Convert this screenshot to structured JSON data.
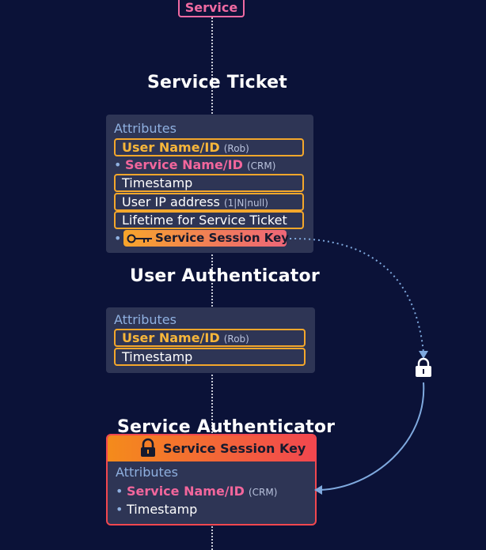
{
  "service_box": {
    "label": "Service"
  },
  "service_ticket": {
    "title": "Service Ticket",
    "attributes_label": "Attributes",
    "rows": [
      {
        "label": "User Name/ID",
        "hint": "(Rob)"
      },
      {
        "label": "Service Name/ID",
        "hint": "(CRM)"
      },
      {
        "label": "Timestamp"
      },
      {
        "label": "User IP address",
        "hint": "(1|N|null)"
      },
      {
        "label": "Lifetime for Service Ticket"
      },
      {
        "label": "Service Session Key"
      }
    ]
  },
  "user_authenticator": {
    "title": "User Authenticator",
    "attributes_label": "Attributes",
    "rows": [
      {
        "label": "User Name/ID",
        "hint": "(Rob)"
      },
      {
        "label": "Timestamp"
      }
    ]
  },
  "service_authenticator": {
    "title": "Service Authenticator",
    "header": "Service Session Key",
    "attributes_label": "Attributes",
    "rows": [
      {
        "label": "Service Name/ID",
        "hint": "(CRM)"
      },
      {
        "label": "Timestamp"
      }
    ]
  },
  "icons": {
    "lock": "lock-icon",
    "key": "key-icon"
  },
  "colors": {
    "background": "#0b1238",
    "card": "#2e3555",
    "orange": "#f7b63a",
    "pink": "#f2669c",
    "attribute": "#8fb0e0",
    "red": "#f2474f"
  }
}
